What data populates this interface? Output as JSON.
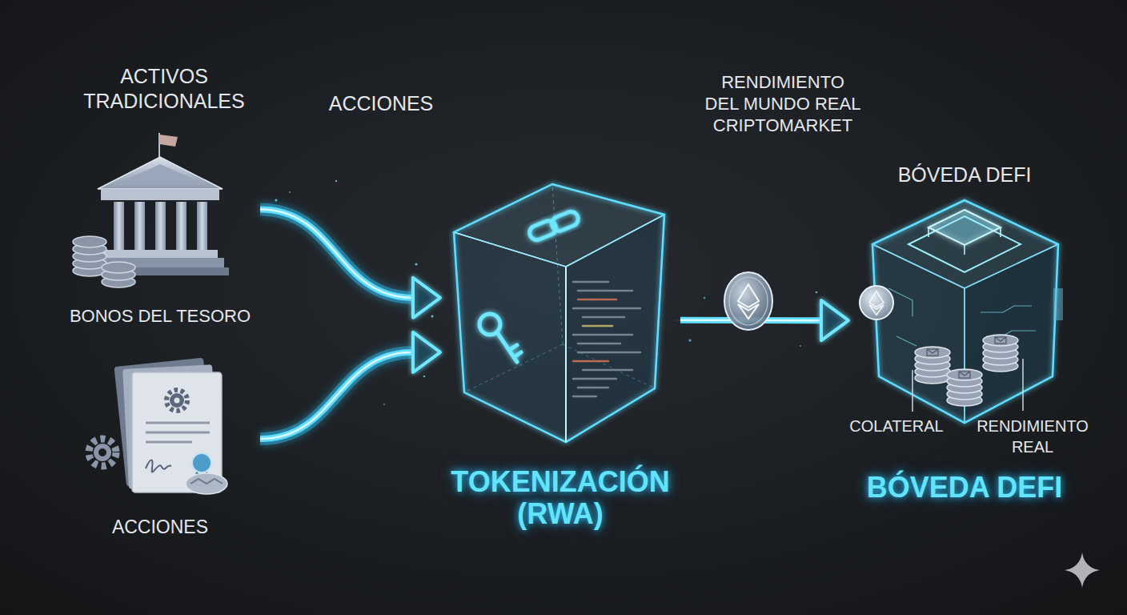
{
  "diagram": {
    "nodes": [
      {
        "text": [
          "BONOS DEL TESORO"
        ]
      },
      {
        "text": [
          "ACCIONES"
        ]
      },
      {
        "text": [
          "TOKENIZACIÓN (RWA)"
        ]
      },
      {
        "text": [
          "BÓVEDA DEFI",
          "BÓVEDA DEFI"
        ]
      }
    ],
    "edges": [
      {
        "from": 0,
        "to": 2,
        "arrow": "to"
      },
      {
        "from": 1,
        "to": 2,
        "arrow": "to"
      },
      {
        "from": 2,
        "to": 3,
        "arrow": "to"
      }
    ],
    "labels": [
      "ACTIVOS TRADICIONALES",
      "ACCIONES",
      "RENDIMIENTO DEL MUNDO REAL CRIPTOMARKET",
      "COLATERAL",
      "RENDIMIENTO REAL"
    ]
  }
}
